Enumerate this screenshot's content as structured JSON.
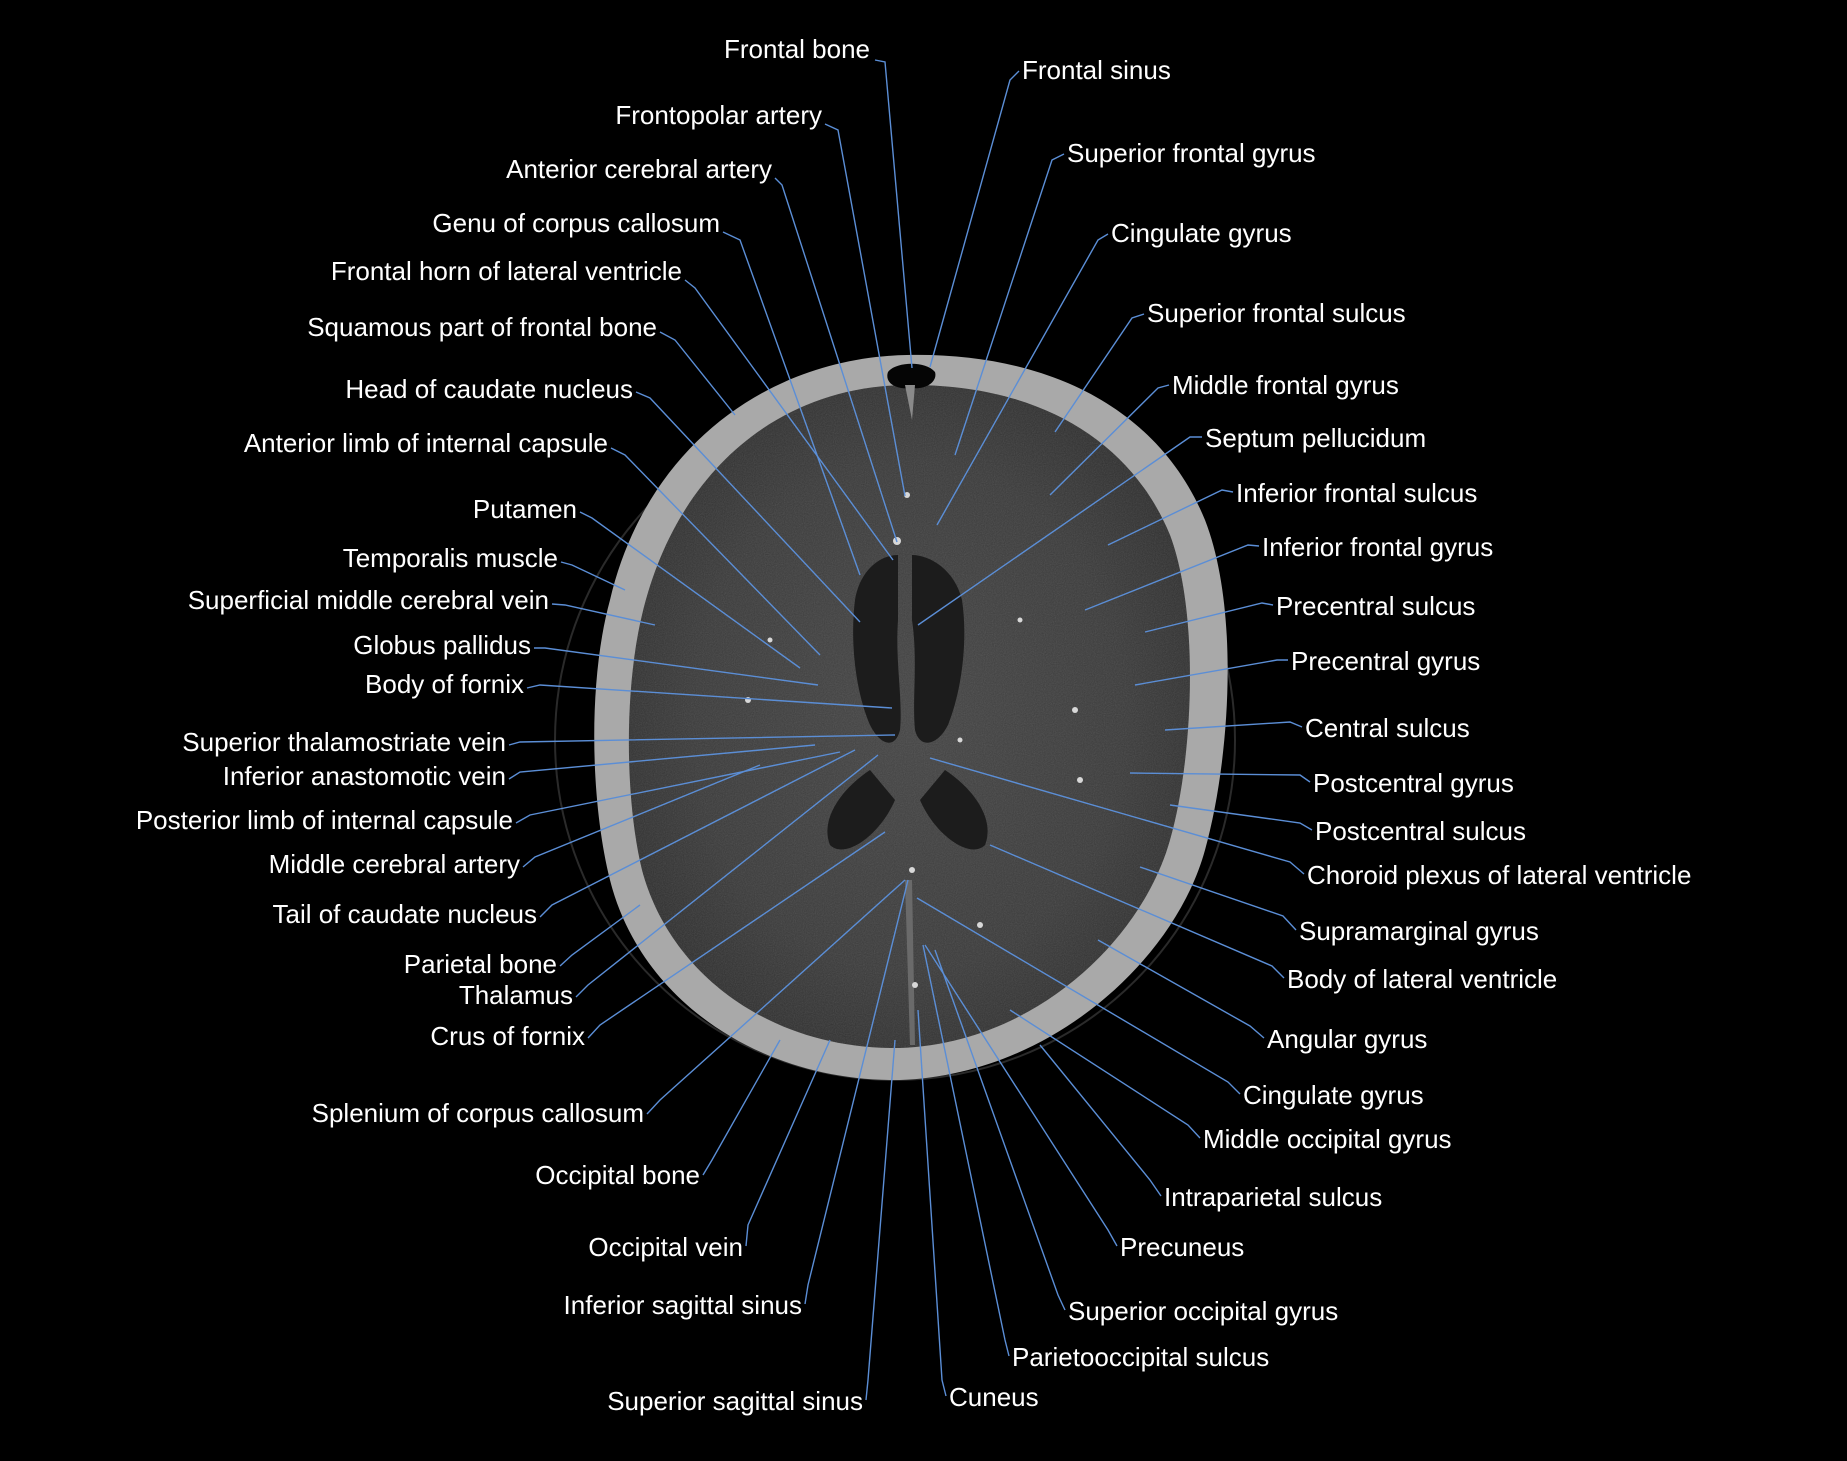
{
  "labels": {
    "frontal_bone": "Frontal bone",
    "frontopolar_artery": "Frontopolar artery",
    "anterior_cerebral_artery": "Anterior cerebral artery",
    "genu_corpus_callosum": "Genu of corpus callosum",
    "frontal_horn_lateral_ventricle": "Frontal horn of lateral ventricle",
    "squamous_frontal_bone": "Squamous part of frontal bone",
    "head_caudate_nucleus": "Head of caudate nucleus",
    "anterior_limb_internal_capsule": "Anterior limb of internal capsule",
    "putamen": "Putamen",
    "temporalis_muscle": "Temporalis muscle",
    "superficial_middle_cerebral_vein": "Superficial middle cerebral vein",
    "globus_pallidus": "Globus pallidus",
    "body_of_fornix": "Body of fornix",
    "superior_thalamostriate_vein": "Superior thalamostriate vein",
    "inferior_anastomotic_vein": "Inferior anastomotic vein",
    "posterior_limb_internal_capsule": "Posterior limb of internal capsule",
    "middle_cerebral_artery": "Middle cerebral artery",
    "tail_caudate_nucleus": "Tail of caudate nucleus",
    "parietal_bone": "Parietal bone",
    "thalamus": "Thalamus",
    "crus_of_fornix": "Crus of fornix",
    "splenium_corpus_callosum": "Splenium of corpus callosum",
    "occipital_bone": "Occipital bone",
    "occipital_vein": "Occipital vein",
    "inferior_sagittal_sinus": "Inferior sagittal sinus",
    "superior_sagittal_sinus": "Superior sagittal sinus",
    "cuneus": "Cuneus",
    "parietooccipital_sulcus": "Parietooccipital sulcus",
    "superior_occipital_gyrus": "Superior occipital gyrus",
    "precuneus": "Precuneus",
    "intraparietal_sulcus": "Intraparietal sulcus",
    "middle_occipital_gyrus": "Middle occipital gyrus",
    "cingulate_gyrus_posterior": "Cingulate gyrus",
    "angular_gyrus": "Angular gyrus",
    "body_lateral_ventricle": "Body of lateral ventricle",
    "supramarginal_gyrus": "Supramarginal gyrus",
    "choroid_plexus": "Choroid plexus of lateral ventricle",
    "postcentral_sulcus": "Postcentral sulcus",
    "postcentral_gyrus": "Postcentral gyrus",
    "central_sulcus": "Central sulcus",
    "precentral_gyrus": "Precentral gyrus",
    "precentral_sulcus": "Precentral sulcus",
    "inferior_frontal_gyrus": "Inferior frontal gyrus",
    "inferior_frontal_sulcus": "Inferior frontal sulcus",
    "septum_pellucidum": "Septum pellucidum",
    "middle_frontal_gyrus": "Middle frontal gyrus",
    "superior_frontal_sulcus": "Superior frontal sulcus",
    "cingulate_gyrus_anterior": "Cingulate gyrus",
    "superior_frontal_gyrus": "Superior frontal gyrus",
    "frontal_sinus": "Frontal sinus"
  },
  "colors": {
    "background": "#000000",
    "label_text": "#ffffff",
    "leader_line": "#5b8ed6",
    "skull_bone": "#a9a9a9",
    "brain_tissue": "#3a3a3a",
    "csf": "#1a1a1a"
  }
}
